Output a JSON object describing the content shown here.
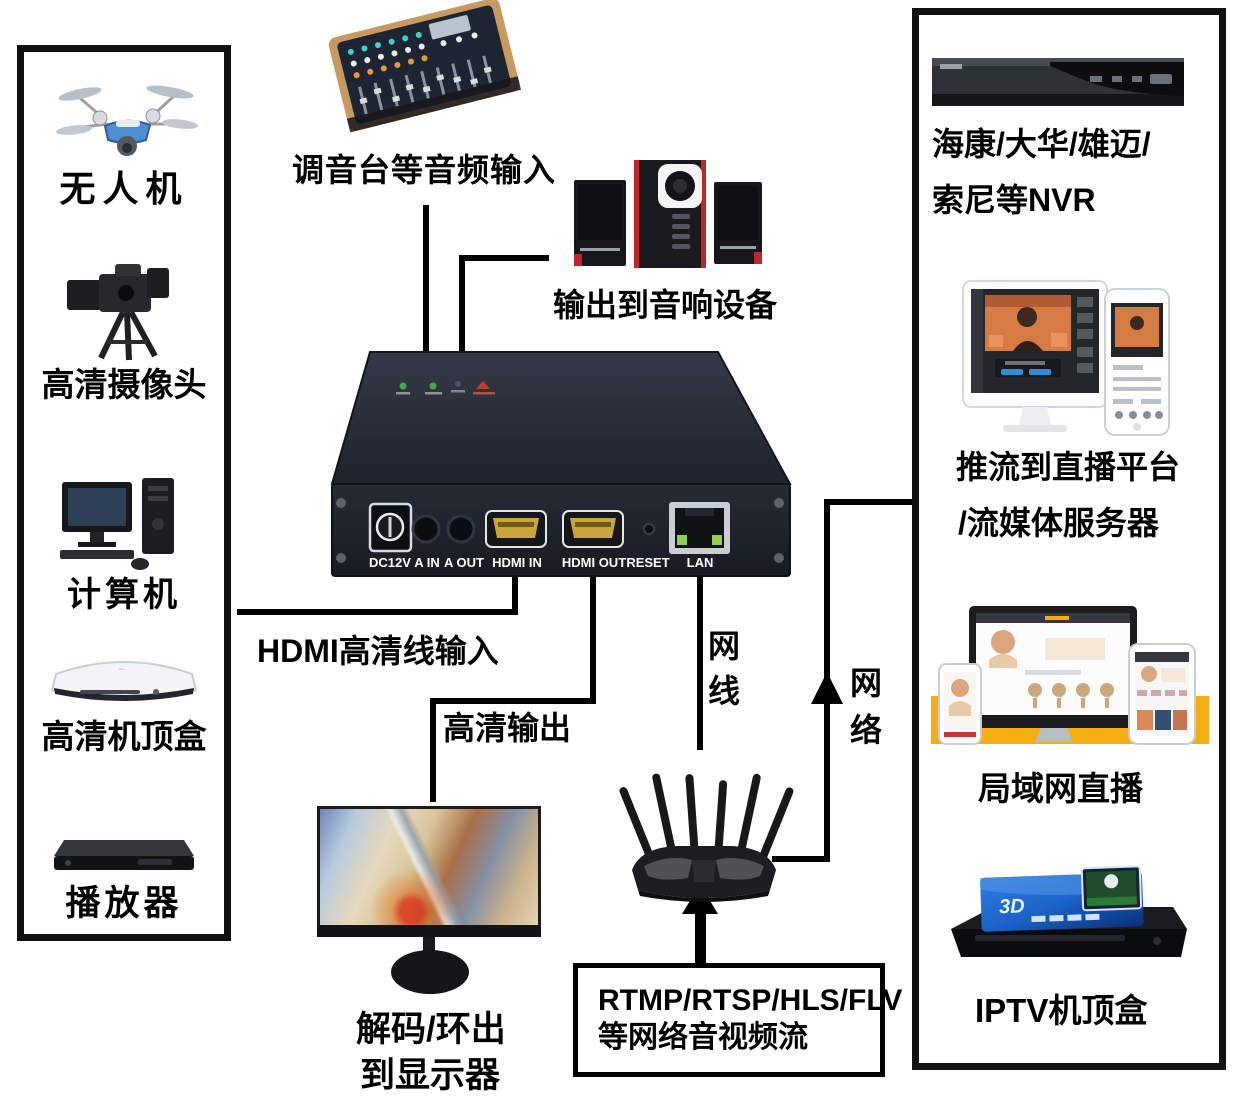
{
  "colors": {
    "connector_line": "#000000",
    "panel_border": "#111111",
    "led_green": "#3fae49",
    "led_red": "#c43b2a",
    "hdmi_gold": "#c9a53e",
    "lan_led_green": "#8fce4e",
    "lan_live_yellow": "#f5ad0f",
    "speaker_red": "#c0272d",
    "iptv_blue": "#1b63c8"
  },
  "left_panel": {
    "items": [
      {
        "label": "无人机"
      },
      {
        "label": "高清摄像头"
      },
      {
        "label": "计算机"
      },
      {
        "label": "高清机顶盒"
      },
      {
        "label": "播放器"
      }
    ]
  },
  "audio": {
    "mixer_label": "调音台等音频输入",
    "speaker_label": "输出到音响设备"
  },
  "encoder": {
    "ports": [
      "DC12V",
      "A IN",
      "A OUT",
      "HDMI IN",
      "HDMI OUT",
      "RESET",
      "LAN"
    ]
  },
  "connections": {
    "hdmi_in": "HDMI高清线输入",
    "hd_out": "高清输出",
    "net_cable_chars": [
      "网",
      "线"
    ],
    "network_chars": [
      "网",
      "络"
    ]
  },
  "display": {
    "label_line1": "解码/环出",
    "label_line2": "到显示器"
  },
  "stream_box": {
    "line1": "RTMP/RTSP/HLS/FLV",
    "line2": "等网络音视频流"
  },
  "right_panel": {
    "nvr_line1": "海康/大华/雄迈/",
    "nvr_line2": "索尼等NVR",
    "push_line1": "推流到直播平台",
    "push_line2": "/流媒体服务器",
    "lan_live": "局域网直播",
    "iptv": "IPTV机顶盒",
    "iptv_logo": "3D"
  }
}
